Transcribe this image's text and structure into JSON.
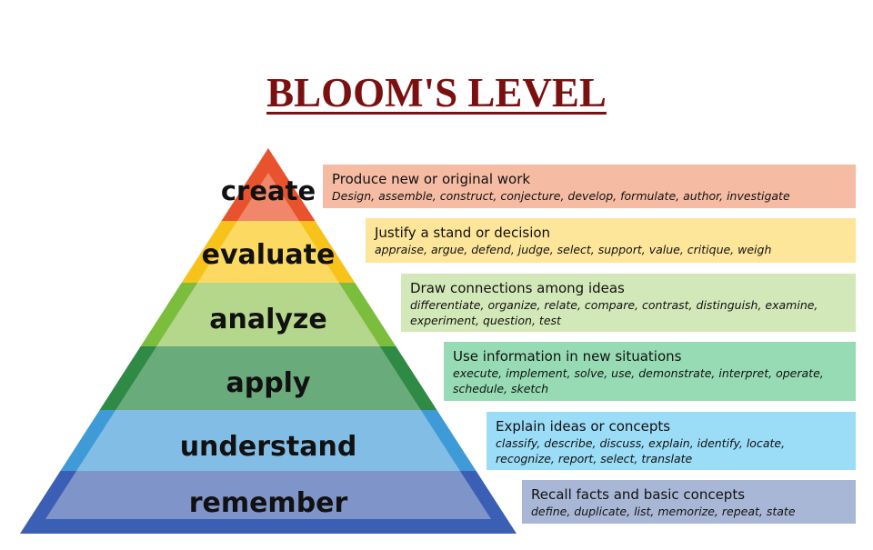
{
  "title": "BLOOM'S LEVEL",
  "levels": [
    {
      "name": "create",
      "heading": "Produce new or original work",
      "verbs": "Design, assemble, construct, conjecture, develop, formulate, author, investigate",
      "outer_color": "#e8532e",
      "inner_color": "#f0876a",
      "box_color": "#f6bba3"
    },
    {
      "name": "evaluate",
      "heading": "Justify a stand or decision",
      "verbs": "appraise, argue, defend, judge, select, support, value, critique, weigh",
      "outer_color": "#f7c21a",
      "inner_color": "#fcd961",
      "box_color": "#fde59a"
    },
    {
      "name": "analyze",
      "heading": "Draw connections among ideas",
      "verbs": "differentiate, organize, relate, compare, contrast, distinguish, examine, experiment, question, test",
      "outer_color": "#7bbd3d",
      "inner_color": "#b5d78c",
      "box_color": "#d3e8b8"
    },
    {
      "name": "apply",
      "heading": "Use information in new situations",
      "verbs": "execute, implement, solve, use, demonstrate, interpret, operate, schedule, sketch",
      "outer_color": "#2f8a45",
      "inner_color": "#6aab7c",
      "box_color": "#96dbb4"
    },
    {
      "name": "understand",
      "heading": "Explain ideas or concepts",
      "verbs": "classify, describe, discuss, explain, identify, locate, recognize, report, select, translate",
      "outer_color": "#3f9ad8",
      "inner_color": "#82bde6",
      "box_color": "#9bdcf7"
    },
    {
      "name": "remember",
      "heading": "Recall facts and basic concepts",
      "verbs": "define, duplicate, list, memorize, repeat, state",
      "outer_color": "#3a5fb4",
      "inner_color": "#7f94c9",
      "box_color": "#a9b7d6"
    }
  ]
}
